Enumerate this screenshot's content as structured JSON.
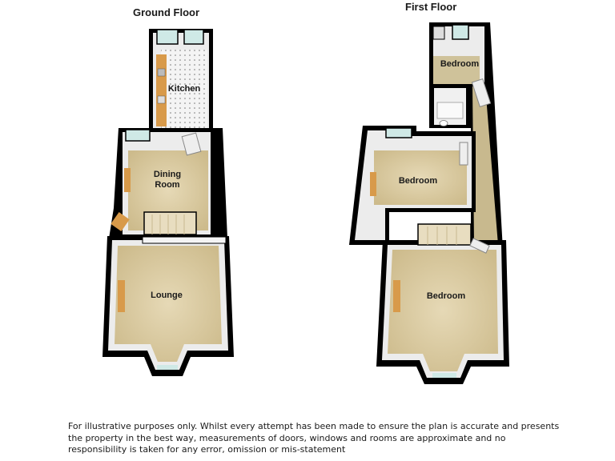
{
  "floors": [
    {
      "title": "Ground Floor",
      "rooms": [
        {
          "name": "Kitchen",
          "label": "Kitchen"
        },
        {
          "name": "Dining Room",
          "label_line1": "Dining",
          "label_line2": "Room"
        },
        {
          "name": "Lounge",
          "label": "Lounge"
        }
      ]
    },
    {
      "title": "First Floor",
      "rooms": [
        {
          "name": "Bedroom (rear)",
          "label": "Bedroom"
        },
        {
          "name": "Bedroom (middle)",
          "label": "Bedroom"
        },
        {
          "name": "Bedroom (front)",
          "label": "Bedroom"
        }
      ]
    }
  ],
  "colors": {
    "wall": "#000000",
    "floor_carpet": "#d9c9a0",
    "floor_tile": "#f2f2f2",
    "inner_wall": "#ececec",
    "window_glass": "#cfe9e6",
    "worktop": "#d89a4a"
  },
  "disclaimer": {
    "line1": "For illustrative purposes only. Whilst every attempt has been made to ensure the plan is accurate and presents",
    "line2": "the property in the best way, measurements of doors, windows and rooms are approximate and no",
    "line3": "responsibility is taken for any error, omission or mis-statement"
  }
}
